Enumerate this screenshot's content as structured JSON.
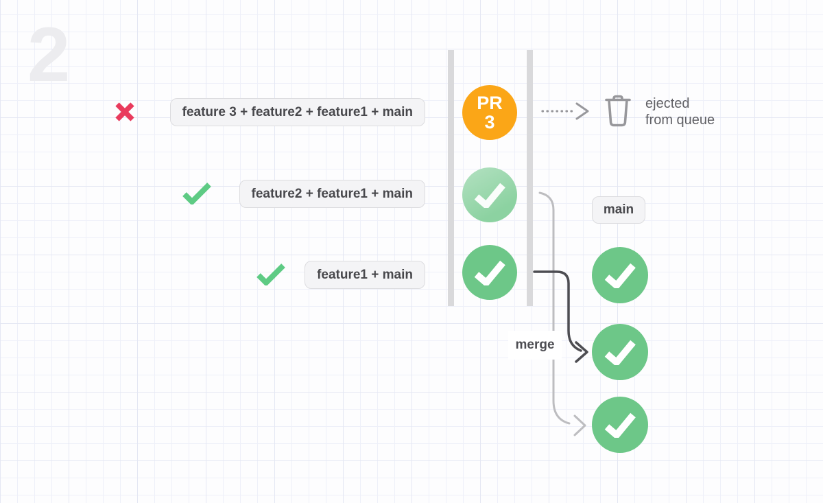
{
  "step_number": "2",
  "batches": [
    {
      "status": "failed",
      "label": "feature 3 + feature2 + feature1 + main"
    },
    {
      "status": "passing",
      "label": "feature2 + feature1 + main"
    },
    {
      "status": "passed",
      "label": "feature1 + main"
    }
  ],
  "pr_badge": {
    "line1": "PR",
    "line2": "3"
  },
  "ejected_note": {
    "line1": "ejected",
    "line2": "from queue"
  },
  "main_branch_label": "main",
  "merge_label": "merge",
  "colors": {
    "accent_orange": "#fba617",
    "success_green": "#6dc788",
    "success_green_light": "#9cd9ae",
    "fail_red": "#e93a5c",
    "rail_gray": "#d9d9db",
    "arrow_dark": "#4d4d52",
    "arrow_light": "#bdbdc0",
    "icon_gray": "#97979b",
    "box_bg": "#f4f4f6",
    "box_border": "#dcdcdf",
    "text_dark": "#48484c"
  }
}
